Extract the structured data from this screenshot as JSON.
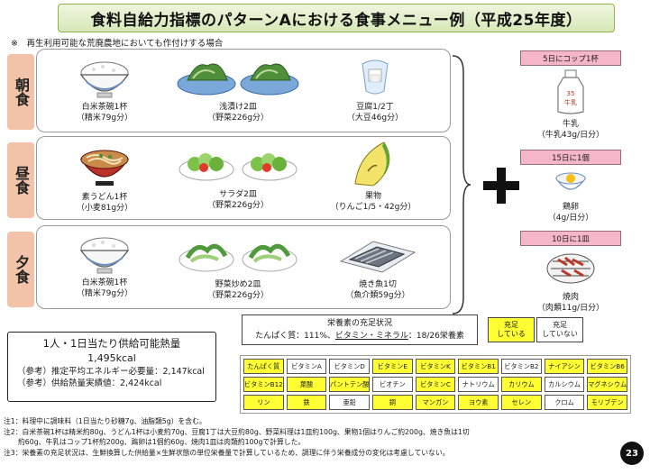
{
  "title": "食料自給力指標のパターンAにおける食事メニュー例（平成25年度）",
  "subtitle": "※　再生利用可能な荒廃農地においても作付けする場合",
  "meals": [
    {
      "label": "朝食",
      "items": [
        {
          "name": "白米茶碗1杯",
          "detail": "（精米79g分）",
          "icon": "rice-bowl-icon"
        },
        {
          "name": "浅漬け2皿",
          "detail": "（野菜226g分）",
          "icon": "pickles-icon"
        },
        {
          "name": "豆腐1/2丁",
          "detail": "（大豆46g分）",
          "icon": "tofu-icon"
        }
      ]
    },
    {
      "label": "昼食",
      "items": [
        {
          "name": "素うどん1杯",
          "detail": "（小麦81g分）",
          "icon": "udon-icon"
        },
        {
          "name": "サラダ2皿",
          "detail": "（野菜226g分）",
          "icon": "salad-icon"
        },
        {
          "name": "果物",
          "detail": "（りんご1/5・42g分）",
          "icon": "apple-slice-icon"
        }
      ]
    },
    {
      "label": "夕食",
      "items": [
        {
          "name": "白米茶碗1杯",
          "detail": "（精米79g分）",
          "icon": "rice-bowl-icon"
        },
        {
          "name": "野菜炒め2皿",
          "detail": "（野菜226g分）",
          "icon": "stir-fry-icon"
        },
        {
          "name": "焼き魚1切",
          "detail": "（魚介類59g分）",
          "icon": "grilled-fish-icon"
        }
      ]
    }
  ],
  "extras": [
    {
      "frequency": "5日にコップ1杯",
      "name": "牛乳",
      "detail": "（牛乳43g/日分）",
      "bottle_text": "35\n牛乳",
      "icon": "milk-bottle-icon"
    },
    {
      "frequency": "15日に1個",
      "name": "鶏卵",
      "detail": "（4g/日分）",
      "icon": "egg-icon"
    },
    {
      "frequency": "10日に1皿",
      "name": "焼肉",
      "detail": "（肉類11g/日分）",
      "icon": "grilled-meat-icon"
    }
  ],
  "energy": {
    "title": "1人・1日当たり供給可能熱量",
    "value": "1,495kcal",
    "ref1": "（参考）推定平均エネルギー必要量：2,147kcal",
    "ref2": "（参考）供給熱量実績値：2,424kcal"
  },
  "nutrition": {
    "heading": "栄養素の充足状況",
    "line_prefix": "たんぱく質：111%、",
    "line_ul": "ビタミン・ミネラル",
    "line_suffix": "：18/26栄養素",
    "legend_filled": "充足\nしている",
    "legend_unfilled": "充足\nしていない",
    "filled_color": "#ffff33",
    "unfilled_color": "#ffffff",
    "nutrients": [
      {
        "name": "たんぱく質",
        "filled": true
      },
      {
        "name": "ビタミンA",
        "filled": false
      },
      {
        "name": "ビタミンD",
        "filled": false
      },
      {
        "name": "ビタミンE",
        "filled": true
      },
      {
        "name": "ビタミンK",
        "filled": true
      },
      {
        "name": "ビタミンB1",
        "filled": true
      },
      {
        "name": "ビタミンB2",
        "filled": false
      },
      {
        "name": "ナイアシン",
        "filled": true
      },
      {
        "name": "ビタミンB6",
        "filled": true
      },
      {
        "name": "ビタミンB12",
        "filled": true
      },
      {
        "name": "葉酸",
        "filled": true
      },
      {
        "name": "パントテン酸",
        "filled": true
      },
      {
        "name": "ビオチン",
        "filled": false
      },
      {
        "name": "ビタミンC",
        "filled": true
      },
      {
        "name": "ナトリウム",
        "filled": false
      },
      {
        "name": "カリウム",
        "filled": true
      },
      {
        "name": "カルシウム",
        "filled": false
      },
      {
        "name": "マグネシウム",
        "filled": true
      },
      {
        "name": "リン",
        "filled": true
      },
      {
        "name": "鉄",
        "filled": true
      },
      {
        "name": "亜鉛",
        "filled": false
      },
      {
        "name": "銅",
        "filled": true
      },
      {
        "name": "マンガン",
        "filled": true
      },
      {
        "name": "ヨウ素",
        "filled": true
      },
      {
        "name": "セレン",
        "filled": true
      },
      {
        "name": "クロム",
        "filled": false
      },
      {
        "name": "モリブデン",
        "filled": true
      }
    ]
  },
  "notes": [
    "注1：料理中に調味料（1日当たり砂糖7g、油脂類5g）を含む。",
    "注2：白米茶碗1杯は精米約80g、うどん1杯は小麦約70g、豆腐1丁は大豆約80g、野菜料理は1皿約100g、果物1個はりんご約200g、焼き魚は1切",
    "約60g、牛乳はコップ1杯約200g、鶏卵は1個約60g、焼肉1皿は肉類約100gで計算した。",
    "注3：栄養素の充足状況は、生鮮換算した供給量×生鮮状態の単位栄養量で計算しているため、調理に伴う栄養成分の変化は考慮していない。"
  ],
  "page_number": "23"
}
